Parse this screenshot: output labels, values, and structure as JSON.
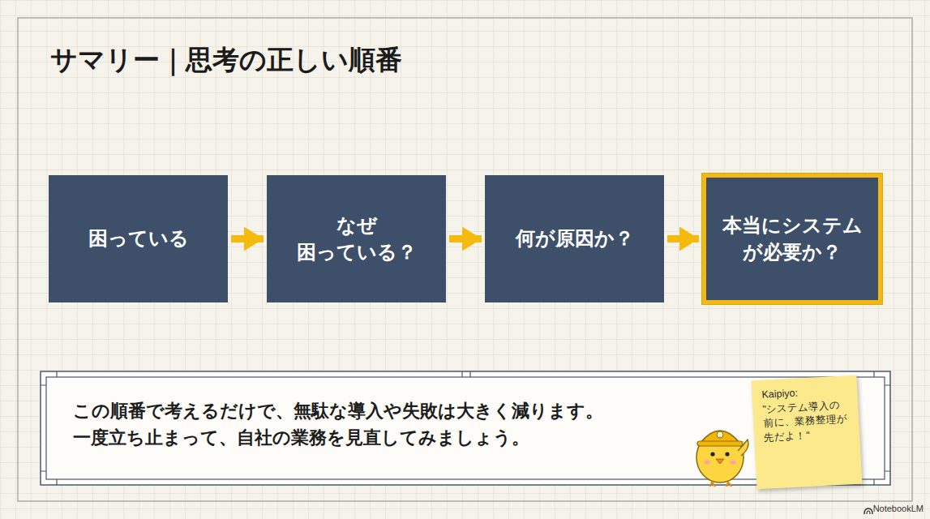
{
  "diagram": {
    "title": "サマリー｜思考の正しい順番",
    "nodes": [
      {
        "text": [
          "困っている"
        ]
      },
      {
        "text": [
          "なぜ 困っている？"
        ]
      },
      {
        "text": [
          "何が原因か？"
        ]
      },
      {
        "text": [
          "本当にシステム が必要か？"
        ]
      },
      {
        "text": [
          "この順番で考えるだけで、無駄な導入や失敗は大きく減ります。 一度立ち止まって、自社の業務を見直してみましょう。"
        ]
      },
      {
        "text": [
          "Kaipiyo:",
          "\"システム導入の前に、業務整理が先だよ！\""
        ]
      }
    ],
    "edges": [
      {
        "from": 0,
        "to": 1,
        "arrow": "to"
      },
      {
        "from": 1,
        "to": 2,
        "arrow": "to"
      },
      {
        "from": 2,
        "to": 3,
        "arrow": "to"
      }
    ],
    "labels": [
      "NotebookLM"
    ]
  }
}
